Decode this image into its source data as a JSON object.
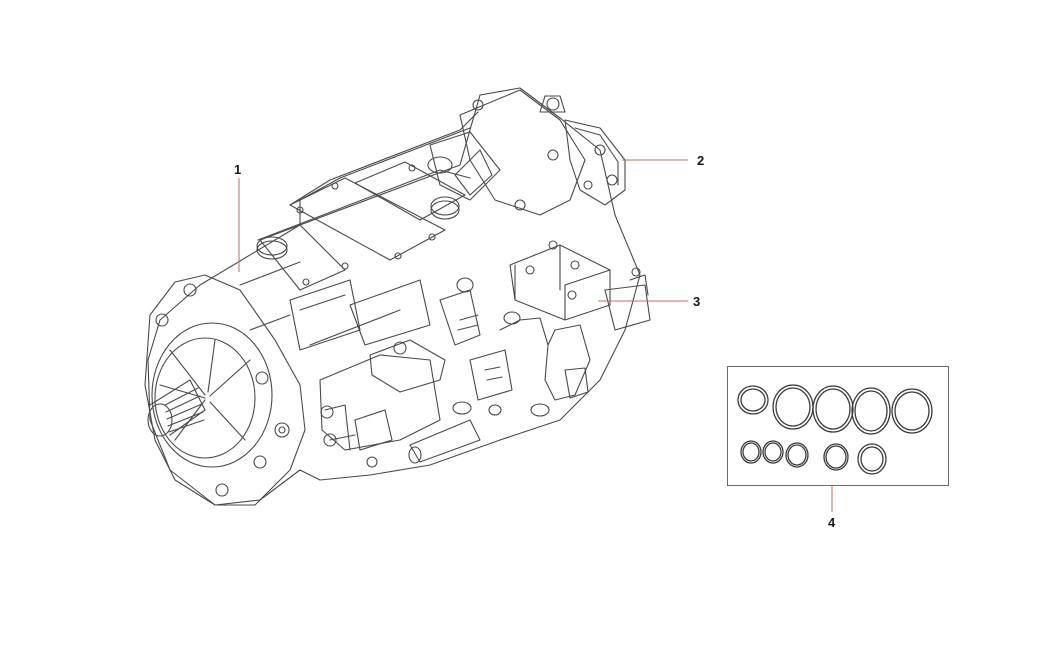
{
  "diagram": {
    "style": "exploded parts illustration",
    "line_color": "#4a4a4a",
    "leader_color": "#c46a6a",
    "callouts": [
      {
        "id": "1",
        "label": "1"
      },
      {
        "id": "2",
        "label": "2"
      },
      {
        "id": "3",
        "label": "3"
      },
      {
        "id": "4",
        "label": "4"
      }
    ],
    "parts": [
      {
        "callout": "1",
        "icon": "hydraulic-pump-assembly-icon"
      },
      {
        "callout": "2",
        "icon": "pilot-pump-icon"
      },
      {
        "callout": "3",
        "icon": "regulator-valve-icon"
      },
      {
        "callout": "4",
        "icon": "o-ring-seal-kit-icon",
        "ring_count": 10
      }
    ]
  }
}
